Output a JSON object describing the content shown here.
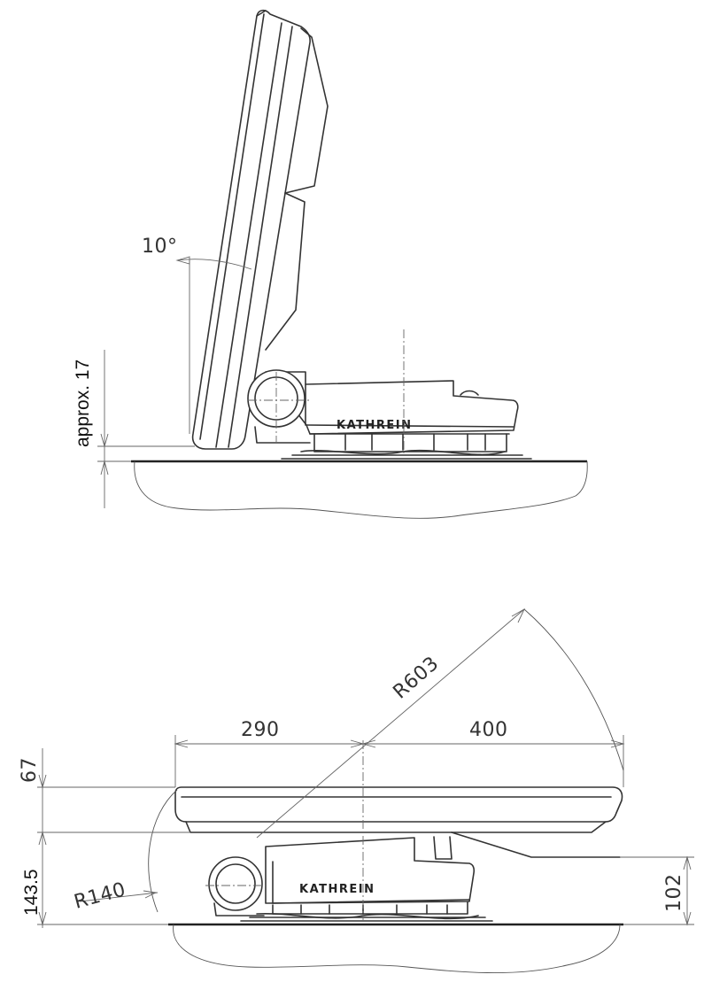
{
  "labels": {
    "tilt_angle": "10°",
    "clearance": "approx. 17",
    "brand": "KATHREIN",
    "width_left": "290",
    "width_right": "400",
    "radius_large": "R603",
    "radius_small": "R140",
    "height_total": "143.5",
    "height_dish": "67",
    "height_base": "102"
  },
  "colors": {
    "line": "#333333",
    "background": "#ffffff"
  }
}
